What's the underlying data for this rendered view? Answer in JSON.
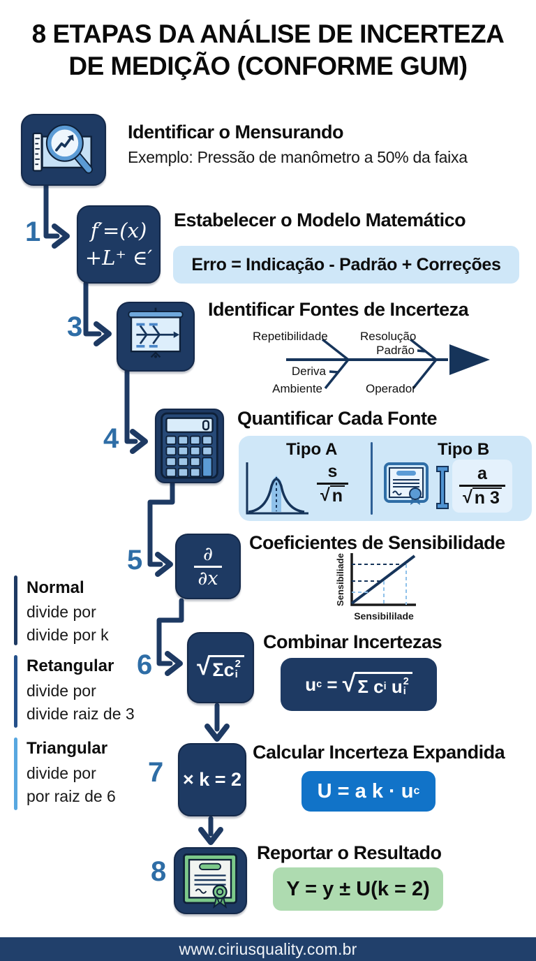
{
  "title": {
    "line1": "8 ETAPAS DA ANÁLISE DE INCERTEZA",
    "line2": "DE MEDIÇÃO (CONFORME GUM)"
  },
  "colors": {
    "navy": "#1e3a63",
    "number_blue": "#2e6da6",
    "light_badge_blue": "#cfe7f8",
    "bright_blue": "#1173c8",
    "green_badge": "#aedbb0",
    "footer_navy": "#21406b"
  },
  "step1": {
    "icon": "magnifier-chart-icon",
    "title": "Identificar o Mensurando",
    "subtitle": "Exemplo: Pressão de manômetro a 50% da faixa"
  },
  "step2": {
    "number": "1",
    "icon": "math-model-icon",
    "icon_line1": "f′=(x)",
    "icon_line2": "+L⁺ ∈′",
    "title": "Estabelecer o Modelo Matemático",
    "badge": "Erro = Indicação - Padrão + Correções"
  },
  "step3": {
    "number": "3",
    "icon": "fishbone-board-icon",
    "title": "Identificar Fontes de Incerteza",
    "fishbone": {
      "repetibilidade": "Repetibilidade",
      "resolucao": "Resolução",
      "padrao": "Padrão",
      "deriva": "Deriva",
      "ambiente": "Ambiente",
      "operador": "Operador"
    }
  },
  "step4": {
    "number": "4",
    "icon": "calculator-icon",
    "title": "Quantificar Cada Fonte",
    "tipo_a": {
      "label": "Tipo A",
      "num": "s",
      "radical": "√",
      "radicand": "n"
    },
    "tipo_b": {
      "label": "Tipo B",
      "num": "a",
      "radical": "√",
      "radicand": "n 3"
    }
  },
  "step5": {
    "number": "5",
    "icon": "partial-derivative-icon",
    "icon_num": "∂",
    "icon_den": "∂x",
    "title": "Coeficientes de Sensibilidade",
    "graph": {
      "y_label": "Sensibiliade",
      "x_label": "Sensibililade"
    }
  },
  "step6": {
    "number": "6",
    "icon": "sqrt-sum-icon",
    "icon_formula": {
      "radical": "√",
      "body": "Σc",
      "sup": "2",
      "sub": "i"
    },
    "title": "Combinar Incertezas",
    "formula": {
      "base": "u",
      "base_sub": "c",
      "equals": " = ",
      "radical": "√",
      "body1": "Σ c",
      "body1_sub": "i",
      "body2": " u",
      "body2_sup": "2",
      "body2_sub": "i"
    }
  },
  "step7": {
    "number": "7",
    "icon": "coverage-factor-icon",
    "icon_text": "× k = 2",
    "title": "Calcular Incerteza Expandida",
    "formula": {
      "main": "U = a k · u",
      "sub": "c"
    }
  },
  "step8": {
    "number": "8",
    "icon": "certificate-icon",
    "title": "Reportar o Resultado",
    "formula": "Y = y ± U(k = 2)"
  },
  "side_notes": {
    "normal": {
      "title": "Normal",
      "line1": "divide por",
      "line2": "divide por k"
    },
    "retangular": {
      "title": "Retangular",
      "line1": "divide por",
      "line2": "divide raiz de 3"
    },
    "triangular": {
      "title": "Triangular",
      "line1": "divide por",
      "line2": "por raiz de 6"
    }
  },
  "footer": {
    "url": "www.ciriusquality.com.br"
  }
}
